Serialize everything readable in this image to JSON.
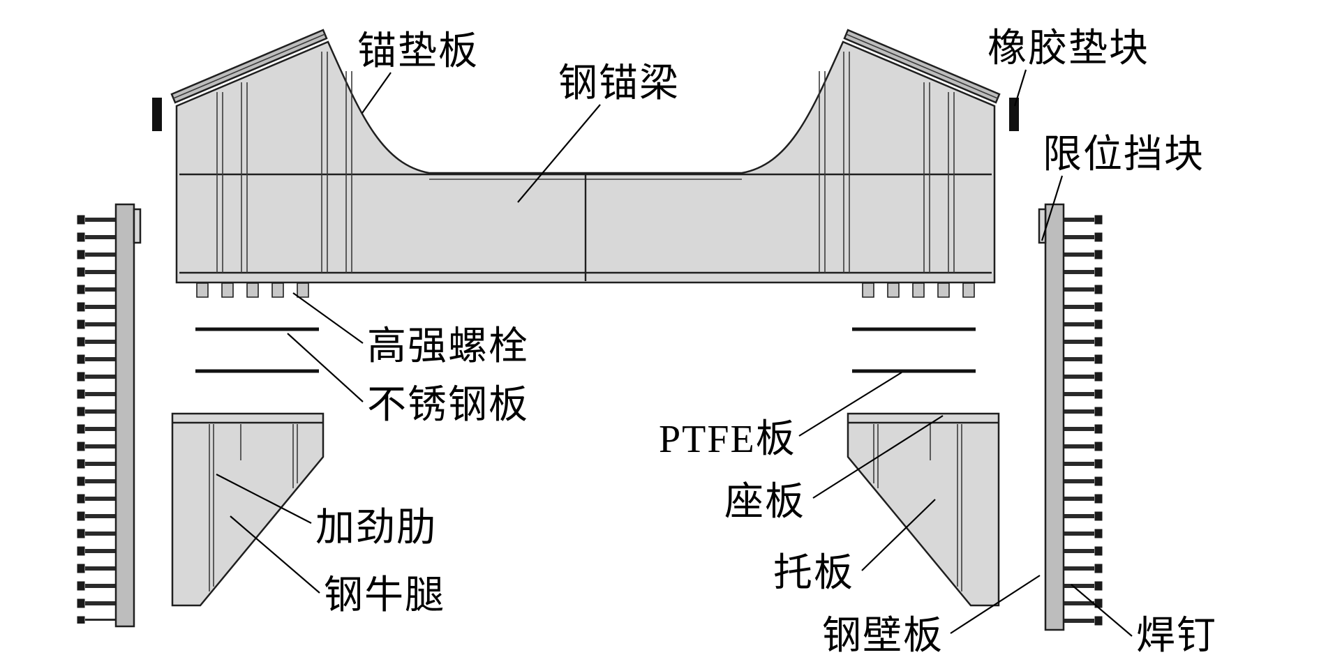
{
  "figure_labels": {
    "anchor_pad_plate": "锚垫板",
    "steel_anchor_beam": "钢锚梁",
    "rubber_pad_block": "橡胶垫块",
    "limit_stop_block": "限位挡块",
    "high_strength_bolt": "高强螺栓",
    "stainless_steel_plate": "不锈钢板",
    "ptfe_plate": "PTFE板",
    "seat_plate": "座板",
    "support_plate": "托板",
    "stiffening_rib": "加劲肋",
    "steel_corbel": "钢牛腿",
    "steel_wall_plate": "钢壁板",
    "weld_stud": "焊钉"
  },
  "colors": {
    "background": "#ffffff",
    "steel_fill": "#d8d8d8",
    "steel_fill_dark": "#bdbdbd",
    "bolt_fill": "#c8c8c8",
    "outline": "#1f1f1f",
    "black_fill": "#111111",
    "label_text": "#000000"
  }
}
